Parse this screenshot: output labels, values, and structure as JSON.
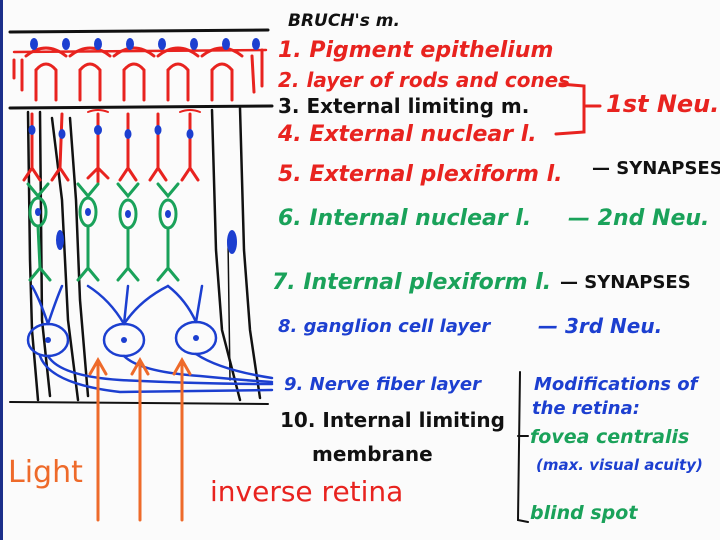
{
  "colors": {
    "red": "#e8231f",
    "black": "#111111",
    "green": "#1aa25a",
    "blue": "#1c3fd0",
    "orange": "#ee6a2a"
  },
  "labels": {
    "bruchs": "BRUCH's m.",
    "l1": "1. Pigment epithelium",
    "l2": "2. layer of rods and cones",
    "l3": "3. External limiting m.",
    "l4": "4. External nuclear l.",
    "l5": "5. External plexiform l.",
    "l5_synapses": "— SYNAPSES",
    "l6": "6. Internal nuclear l.",
    "l6_neuron": "— 2nd Neu.",
    "l7": "7. Internal plexiform l.",
    "l7_synapses": "— SYNAPSES",
    "l8": "8. ganglion cell layer",
    "l8_neuron": "— 3rd Neu.",
    "l9": "9. Nerve fiber layer",
    "l10a": "10. Internal limiting",
    "l10b": "membrane",
    "first_neuron": "1st Neu.",
    "light": "Light",
    "inverse": "inverse retina"
  },
  "modifications": {
    "title_line1": "Modifications of",
    "title_line2": "the retina:",
    "fovea": "fovea centralis",
    "acuity": "(max. visual acuity)",
    "blind_spot": "blind spot"
  }
}
